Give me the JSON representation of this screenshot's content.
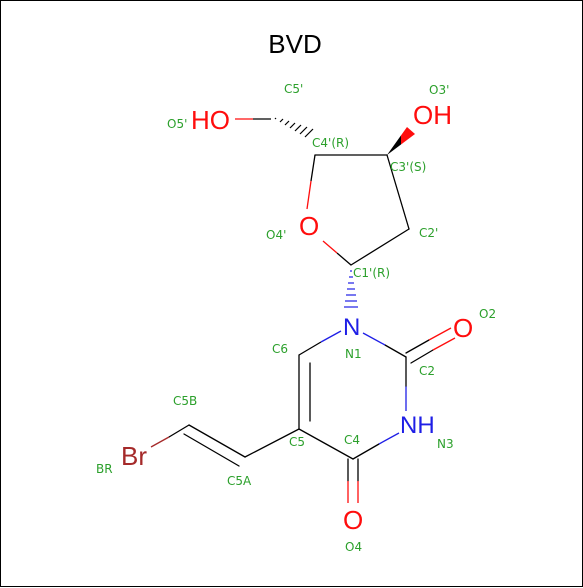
{
  "title": "BVD",
  "colors": {
    "oxygen": "#ff0d0d",
    "nitrogen": "#1e1ee6",
    "bromine": "#a52a2a",
    "atom_label": "#2ca02c",
    "bond": "#000000"
  },
  "atoms": {
    "O5_symbol": "HO",
    "O3_symbol": "OH",
    "O4_symbol": "O",
    "N1_symbol": "N",
    "O2_symbol": "O",
    "N3_symbol": "NH",
    "O4b_symbol": "O",
    "Br_symbol": "Br"
  },
  "atom_labels": {
    "C5p": "C5'",
    "O5p": "O5'",
    "O3p": "O3'",
    "C4p": "C4'(R)",
    "C3p": "C3'(S)",
    "O4p": "O4'",
    "C2p": "C2'",
    "C1p": "C1'(R)",
    "O2": "O2",
    "C6": "C6",
    "N1": "N1",
    "C2": "C2",
    "C5B": "C5B",
    "N3": "N3",
    "C5": "C5",
    "C4": "C4",
    "BR": "BR",
    "C5A": "C5A",
    "O4": "O4"
  }
}
